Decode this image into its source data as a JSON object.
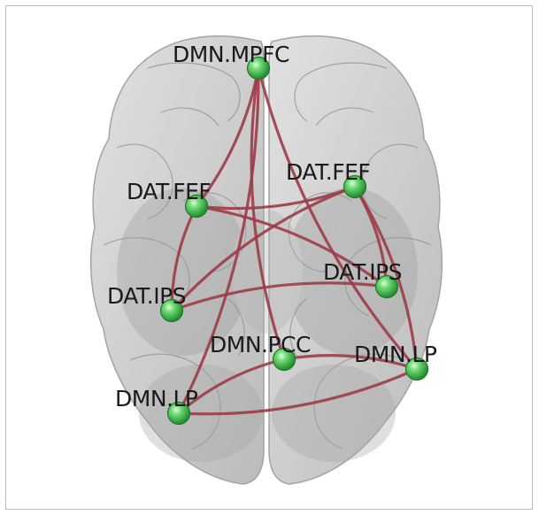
{
  "colors": {
    "node_fill": "#4cc456",
    "node_stroke": "#1f7a2a",
    "edge": "#9c3c48",
    "brain_fill": "#c4c4c4",
    "brain_stroke": "#8f8f8f"
  },
  "nodes": [
    {
      "id": "dmn_mpfc",
      "label": "DMN.MPFC",
      "icon": "node-sphere"
    },
    {
      "id": "dat_fef_l",
      "label": "DAT.FEF",
      "icon": "node-sphere"
    },
    {
      "id": "dat_fef_r",
      "label": "DAT.FEF",
      "icon": "node-sphere"
    },
    {
      "id": "dat_ips_r",
      "label": "DAT.IPS",
      "icon": "node-sphere"
    },
    {
      "id": "dat_ips_l",
      "label": "DAT.IPS",
      "icon": "node-sphere"
    },
    {
      "id": "dmn_pcc",
      "label": "DMN.PCC",
      "icon": "node-sphere"
    },
    {
      "id": "dmn_lp_r",
      "label": "DMN.LP",
      "icon": "node-sphere"
    },
    {
      "id": "dmn_lp_l",
      "label": "DMN.LP",
      "icon": "node-sphere"
    }
  ],
  "edges": [
    {
      "from": "dmn_mpfc",
      "to": "dmn_pcc"
    },
    {
      "from": "dmn_mpfc",
      "to": "dmn_lp_l"
    },
    {
      "from": "dmn_mpfc",
      "to": "dmn_lp_r"
    },
    {
      "from": "dmn_mpfc",
      "to": "dat_fef_l"
    },
    {
      "from": "dat_fef_l",
      "to": "dat_fef_r"
    },
    {
      "from": "dat_fef_l",
      "to": "dat_ips_r"
    },
    {
      "from": "dat_fef_l",
      "to": "dat_ips_l"
    },
    {
      "from": "dat_fef_r",
      "to": "dat_ips_r"
    },
    {
      "from": "dat_fef_r",
      "to": "dat_ips_l"
    },
    {
      "from": "dat_ips_l",
      "to": "dat_ips_r"
    },
    {
      "from": "dmn_pcc",
      "to": "dmn_lp_l"
    },
    {
      "from": "dmn_pcc",
      "to": "dmn_lp_r"
    },
    {
      "from": "dmn_lp_l",
      "to": "dmn_lp_r"
    },
    {
      "from": "dat_fef_r",
      "to": "dmn_lp_r"
    }
  ]
}
